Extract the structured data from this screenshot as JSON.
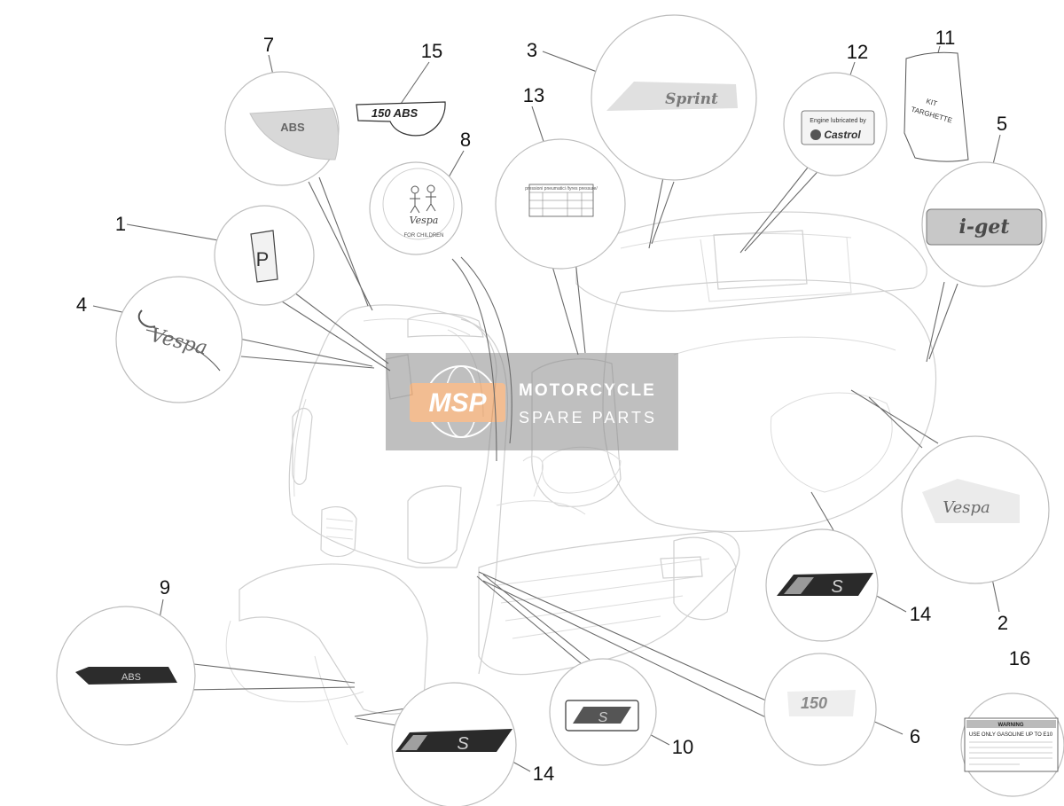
{
  "callouts": [
    {
      "id": "1",
      "label": "1"
    },
    {
      "id": "2",
      "label": "2"
    },
    {
      "id": "3",
      "label": "3"
    },
    {
      "id": "4",
      "label": "4"
    },
    {
      "id": "5",
      "label": "5"
    },
    {
      "id": "6",
      "label": "6"
    },
    {
      "id": "7",
      "label": "7"
    },
    {
      "id": "8",
      "label": "8"
    },
    {
      "id": "9",
      "label": "9"
    },
    {
      "id": "10",
      "label": "10"
    },
    {
      "id": "11",
      "label": "11"
    },
    {
      "id": "12",
      "label": "12"
    },
    {
      "id": "13",
      "label": "13"
    },
    {
      "id": "14a",
      "label": "14"
    },
    {
      "id": "14b",
      "label": "14"
    },
    {
      "id": "15",
      "label": "15"
    },
    {
      "id": "16",
      "label": "16"
    }
  ],
  "decals": {
    "abs_label": "ABS",
    "abs_badge_text": "150 ABS",
    "sprint_text": "Sprint",
    "vespa_script": "Vespa",
    "iget_text": "i-get",
    "cc_150_text": "150",
    "kit_line1": "KIT",
    "kit_line2": "TARGHETTE",
    "engine_line1": "Engine lubricated by",
    "engine_brand": "Castrol",
    "children_line1": "Vespa",
    "children_line2": "FOR CHILDREN",
    "tyre_heading": "pressioni pneumatici /tyres pressure/",
    "warning_title": "WARNING",
    "warning_line1": "USE ONLY GASOLINE UP TO E10"
  },
  "watermark": {
    "logo": "MSP",
    "line1": "MOTORCYCLE",
    "line2": "SPARE PARTS"
  },
  "colors": {
    "bubble_stroke": "#bdbdbd",
    "leader": "#6b6b6b",
    "watermark_orange": "#e8883a",
    "watermark_bg": "#8c8c8c"
  }
}
